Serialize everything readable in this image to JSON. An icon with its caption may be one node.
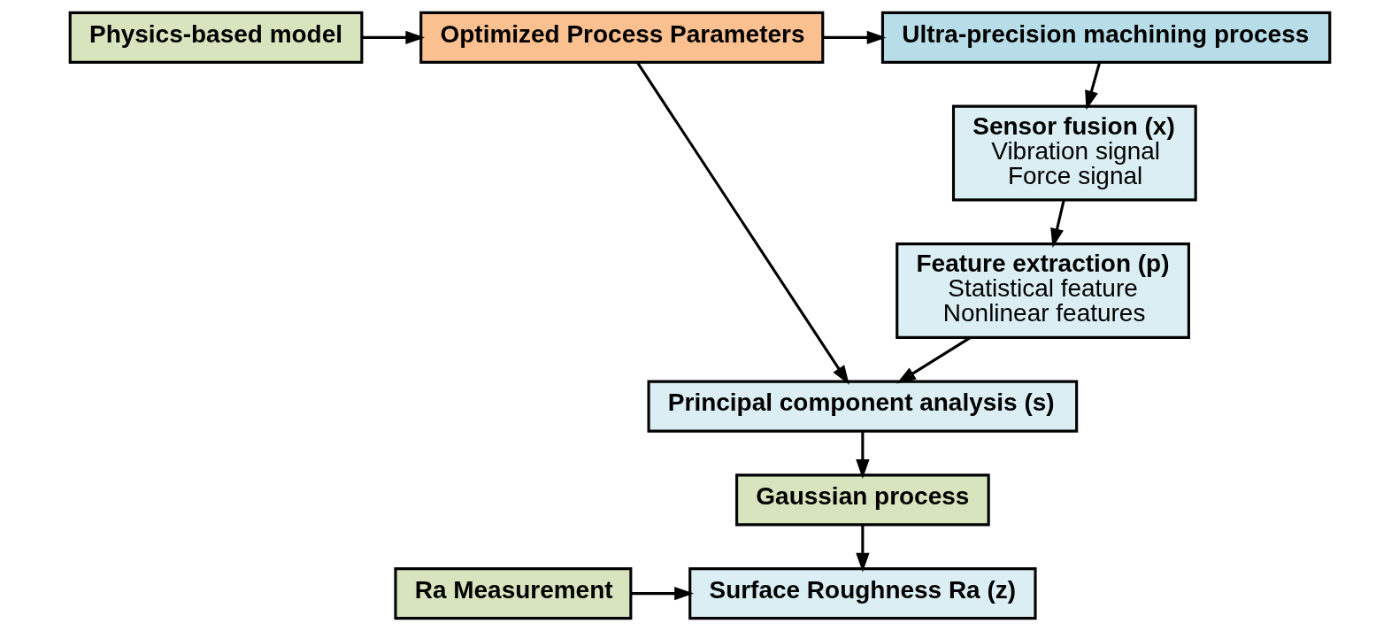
{
  "diagram": {
    "nodes": [
      {
        "text": [
          "Ultra-precision machining process"
        ]
      },
      {
        "text": [
          "Sensor fusion (x)",
          "Vibration signal",
          "Force signal"
        ]
      },
      {
        "text": [
          "Physics-based model"
        ]
      },
      {
        "text": [
          "Optimized Process Parameters"
        ]
      },
      {
        "text": [
          "Feature extraction (p)",
          "Statistical feature",
          "Nonlinear features"
        ]
      },
      {
        "text": [
          "Principal component analysis (s)"
        ]
      },
      {
        "text": [
          "Gaussian process"
        ]
      },
      {
        "text": [
          "Ra Measurement"
        ]
      },
      {
        "text": [
          "Surface Roughness Ra (z)"
        ]
      }
    ],
    "edges": [
      {
        "from": 2,
        "to": 3,
        "arrow": "to"
      },
      {
        "from": 3,
        "to": 0,
        "arrow": "to"
      },
      {
        "from": 0,
        "to": 1,
        "arrow": "to"
      },
      {
        "from": 1,
        "to": 4,
        "arrow": "to"
      },
      {
        "from": 4,
        "to": 5,
        "arrow": "to"
      },
      {
        "from": 3,
        "to": 5,
        "arrow": "to"
      },
      {
        "from": 5,
        "to": 6,
        "arrow": "to"
      },
      {
        "from": 6,
        "to": 8,
        "arrow": "to"
      },
      {
        "from": 7,
        "to": 8,
        "arrow": "to"
      }
    ]
  }
}
